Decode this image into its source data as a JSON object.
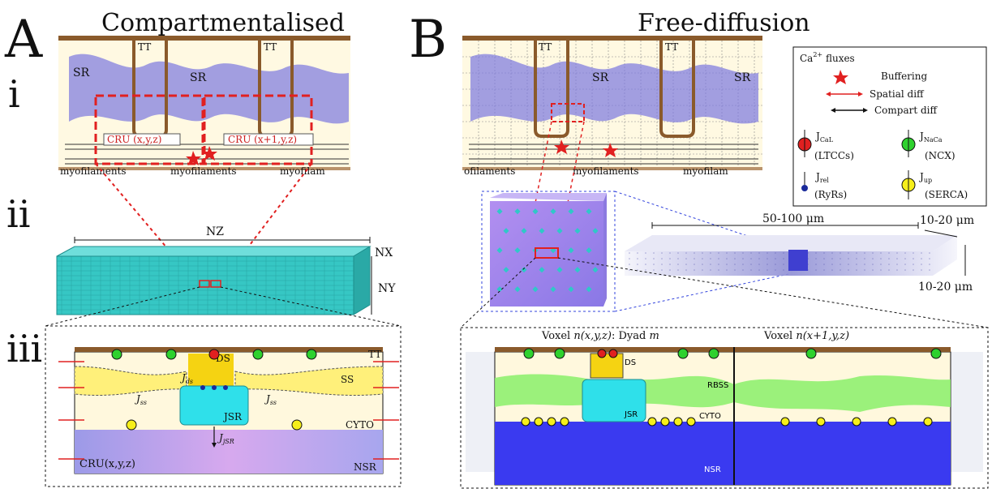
{
  "panel_a": {
    "letter": "A",
    "title": "Compartmentalised",
    "row_i": "i",
    "row_ii": "ii",
    "row_iii": "iii",
    "cell": {
      "tt_left": "TT",
      "tt_right": "TT",
      "sr_center": "SR",
      "sr_left": "SR",
      "cru_left": "CRU (x,y,z)",
      "cru_right": "CRU (x+1,y,z)",
      "myo_left": "myofilaments",
      "myo_center": "myofilaments",
      "myo_right": "myofilam"
    },
    "grid": {
      "nz": "NZ",
      "nx": "NX",
      "ny": "NY"
    },
    "cru": {
      "tt": "TT",
      "ds": "DS",
      "ss": "SS",
      "jsr": "JSR",
      "cyto": "CYTO",
      "nsr": "NSR",
      "cru_label": "CRU(x,y,z)",
      "j_ds": "J",
      "j_ds_sub": "ds",
      "j_ss_left": "J",
      "j_ss_left_sub": "ss",
      "j_ss_right": "J",
      "j_ss_right_sub": "ss",
      "j_jsr": "J",
      "j_jsr_sub": "jSR"
    }
  },
  "panel_b": {
    "letter": "B",
    "title": "Free-diffusion",
    "cell": {
      "tt_left": "TT",
      "tt_right": "TT",
      "sr_center": "SR",
      "sr_right": "SR",
      "myo_left": "ofilaments",
      "myo_center": "myofilaments",
      "myo_right": "myofilam"
    },
    "dims": {
      "length": "50-100 μm",
      "width": "10-20 μm",
      "height": "10-20 μm"
    },
    "voxel": {
      "left_title_pre": "Voxel",
      "left_title_n": "n(x,y,z)",
      "left_title_post": ": Dyad",
      "left_title_m": "m",
      "right_title_pre": "Voxel",
      "right_title_n": "n(x+1,y,z)",
      "ds": "DS",
      "rbss": "RBSS",
      "jsr": "JSR",
      "cyto": "CYTO",
      "nsr": "NSR"
    }
  },
  "legend": {
    "title": "Ca",
    "title_sup": "2+",
    "title_post": " fluxes",
    "buffering": "Buffering",
    "spatial": "Spatial diff",
    "compart": "Compart diff",
    "jcal": "J",
    "jcal_sub": "CaL",
    "jcal_name": "(LTCCs)",
    "jnaca": "J",
    "jnaca_sub": "NaCa",
    "jnaca_name": "(NCX)",
    "jrel": "J",
    "jrel_sub": "rel",
    "jrel_name": "(RyRs)",
    "jup": "J",
    "jup_sub": "up",
    "jup_name": "(SERCA)"
  },
  "colors": {
    "brown": "#8a5a2b",
    "sr_blue": "#7b78e0",
    "cyto_cream": "#fff8dd",
    "ss_yellow": "#fff07a",
    "ds_gold": "#f5d312",
    "jsr_cyan": "#2fe0ea",
    "nsr_lavender": "#b9b2ec",
    "nsr_blue": "#3a3af0",
    "rbss_green": "#8af06a",
    "grid_teal": "#36c7c4",
    "red": "#e12020",
    "green": "#2ed12e",
    "yellow": "#f6ef1a",
    "navy": "#1a2a9a"
  }
}
